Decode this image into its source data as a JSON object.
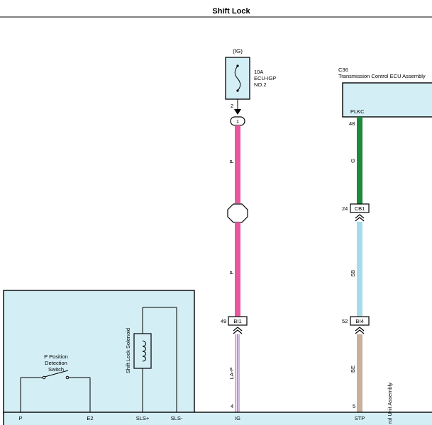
{
  "title": "Shift Lock",
  "ig_label": "(IG)",
  "fuse": {
    "rating": "10A",
    "name_line1": "ECU-IGP",
    "name_line2": "NO.2",
    "pin": "2"
  },
  "connector_1": "1",
  "ecu": {
    "code": "C36",
    "name": "Transmission Control ECU Assembly",
    "terminal": "PLKC",
    "pin": "48"
  },
  "wires": {
    "left_top_color": "P",
    "left_mid_color": "P",
    "left_bottom_color": "LA-P",
    "right_top_color": "G",
    "right_mid_color": "SB",
    "right_bottom_color": "BE"
  },
  "junctions": {
    "cb1": {
      "name": "CB1",
      "pin": "24"
    },
    "bi1": {
      "name": "BI1",
      "pin": "49"
    },
    "bi4": {
      "name": "BI4",
      "pin": "52"
    }
  },
  "bottom_pins": {
    "ig": "4",
    "stp": "5"
  },
  "unit": {
    "solenoid_label": "Shift Lock Solenoid",
    "switch_line1": "P Position",
    "switch_line2": "Detection",
    "switch_line3": "Switch",
    "side_label": "rol Unit Assembly",
    "terminals": {
      "p": "P",
      "e2": "E2",
      "sls_plus": "SLS+",
      "sls_minus": "SLS-",
      "ig": "IG",
      "stp": "STP"
    }
  },
  "colors": {
    "pink": "#e8579f",
    "green": "#1d8a3b",
    "sky_blue": "#a6dcea",
    "beige": "#c8b09a",
    "light_purple": "#b6a2d6",
    "box_fill": "#d4eef5"
  }
}
